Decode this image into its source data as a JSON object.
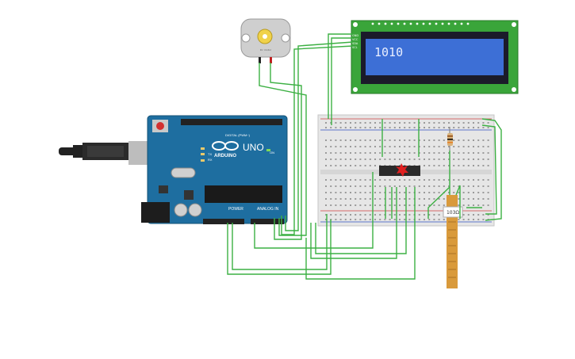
{
  "arduino": {
    "brand": "ARDUINO",
    "model": "UNO",
    "tx_label": "TX",
    "rx_label": "RX",
    "power_label": "POWER",
    "analog_label": "ANALOG IN",
    "on_label": "ON",
    "digital_label": "DIGITAL (PWM~)"
  },
  "lcd": {
    "text": "1010",
    "pins": [
      "GND",
      "VCC",
      "SDA",
      "SCL"
    ],
    "backlight_color": "#3d6fd6",
    "pcb_color": "#3aa53a"
  },
  "motor": {
    "label": "Dc motor"
  },
  "flex_sensor": {
    "label": "103Ω"
  },
  "colors": {
    "wire": "#3cb043",
    "arduino": "#1e6ea0",
    "breadboard": "#e6e6e6"
  }
}
